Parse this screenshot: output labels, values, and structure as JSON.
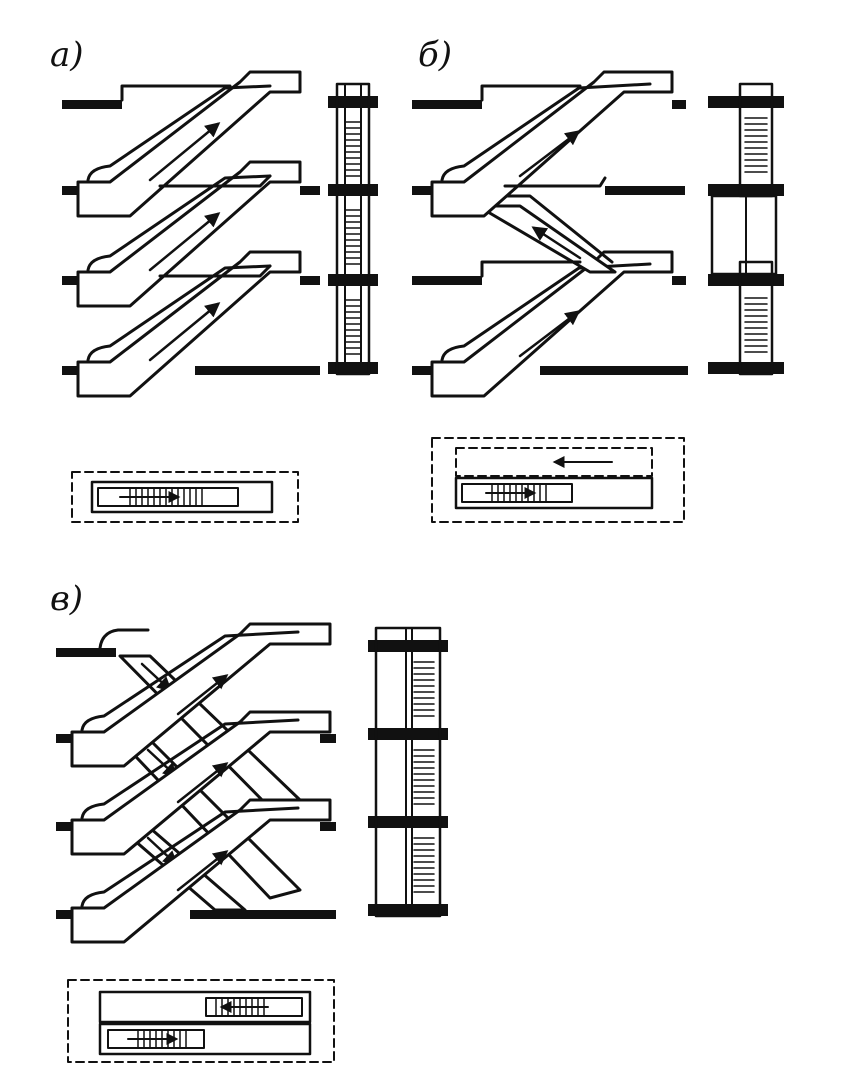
{
  "figure": {
    "panels": [
      {
        "id": "a",
        "label": "а)"
      },
      {
        "id": "b",
        "label": "б)"
      },
      {
        "id": "v",
        "label": "в)"
      }
    ]
  },
  "colors": {
    "ink": "#111111",
    "paper": "#ffffff"
  },
  "icons": [
    "arrow-up-icon",
    "arrow-down-icon"
  ]
}
